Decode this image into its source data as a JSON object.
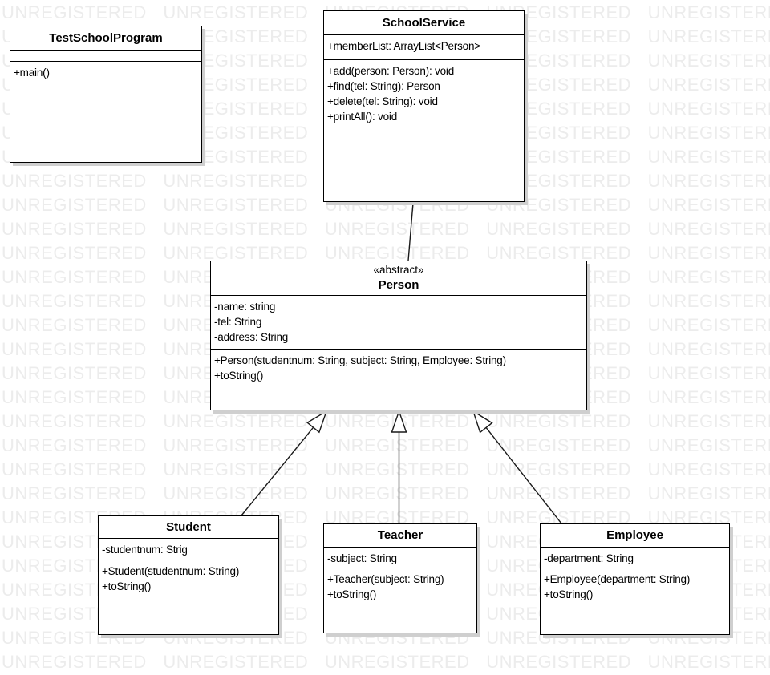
{
  "watermark": {
    "text": "UNREGISTERED",
    "color": "#ececec"
  },
  "diagram": {
    "type": "uml-class-diagram"
  },
  "classes": {
    "test": {
      "name": "TestSchoolProgram",
      "attributes": [],
      "methods": [
        "+main()"
      ]
    },
    "service": {
      "name": "SchoolService",
      "attributes": [
        "+memberList: ArrayList<Person>"
      ],
      "methods": [
        "+add(person: Person): void",
        "+find(tel: String): Person",
        "+delete(tel: String): void",
        "+printAll(): void"
      ]
    },
    "person": {
      "stereotype": "«abstract»",
      "name": "Person",
      "attributes": [
        "-name: string",
        "-tel: String",
        "-address: String"
      ],
      "methods": [
        "+Person(studentnum: String, subject: String, Employee: String)",
        "+toString()"
      ]
    },
    "student": {
      "name": "Student",
      "attributes": [
        "-studentnum: Strig"
      ],
      "methods": [
        "+Student(studentnum: String)",
        "+toString()"
      ]
    },
    "teacher": {
      "name": "Teacher",
      "attributes": [
        "-subject: String"
      ],
      "methods": [
        "+Teacher(subject: String)",
        "+toString()"
      ]
    },
    "employee": {
      "name": "Employee",
      "attributes": [
        "-department: String"
      ],
      "methods": [
        "+Employee(department: String)",
        "+toString()"
      ]
    }
  },
  "relationships": [
    {
      "type": "association",
      "from": "SchoolService",
      "to": "Person"
    },
    {
      "type": "generalization",
      "from": "Student",
      "to": "Person"
    },
    {
      "type": "generalization",
      "from": "Teacher",
      "to": "Person"
    },
    {
      "type": "generalization",
      "from": "Employee",
      "to": "Person"
    }
  ]
}
